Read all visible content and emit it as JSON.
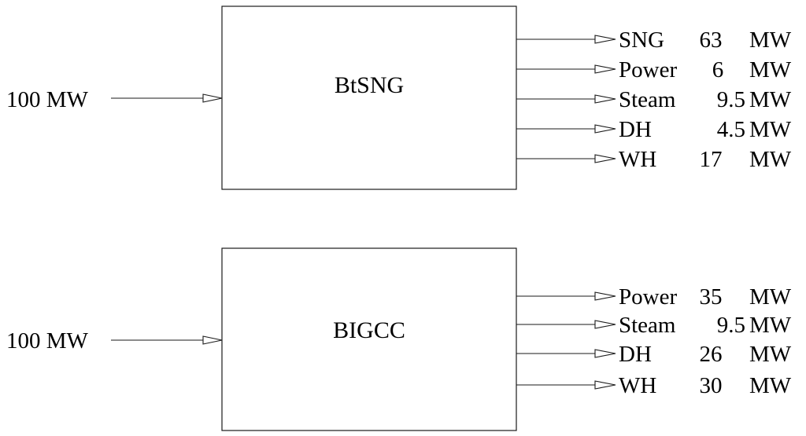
{
  "blocks": [
    {
      "label": "BtSNG",
      "input": "100 MW",
      "outputs": [
        {
          "name": "SNG",
          "value": "63",
          "unit": "MW"
        },
        {
          "name": "Power",
          "value": "6",
          "unit": "MW"
        },
        {
          "name": "Steam",
          "value": "9.5",
          "unit": "MW"
        },
        {
          "name": "DH",
          "value": "4.5",
          "unit": "MW"
        },
        {
          "name": "WH",
          "value": "17",
          "unit": "MW"
        }
      ]
    },
    {
      "label": "BIGCC",
      "input": "100 MW",
      "outputs": [
        {
          "name": "Power",
          "value": "35",
          "unit": "MW"
        },
        {
          "name": "Steam",
          "value": "9.5",
          "unit": "MW"
        },
        {
          "name": "DH",
          "value": "26",
          "unit": "MW"
        },
        {
          "name": "WH",
          "value": "30",
          "unit": "MW"
        }
      ]
    }
  ]
}
